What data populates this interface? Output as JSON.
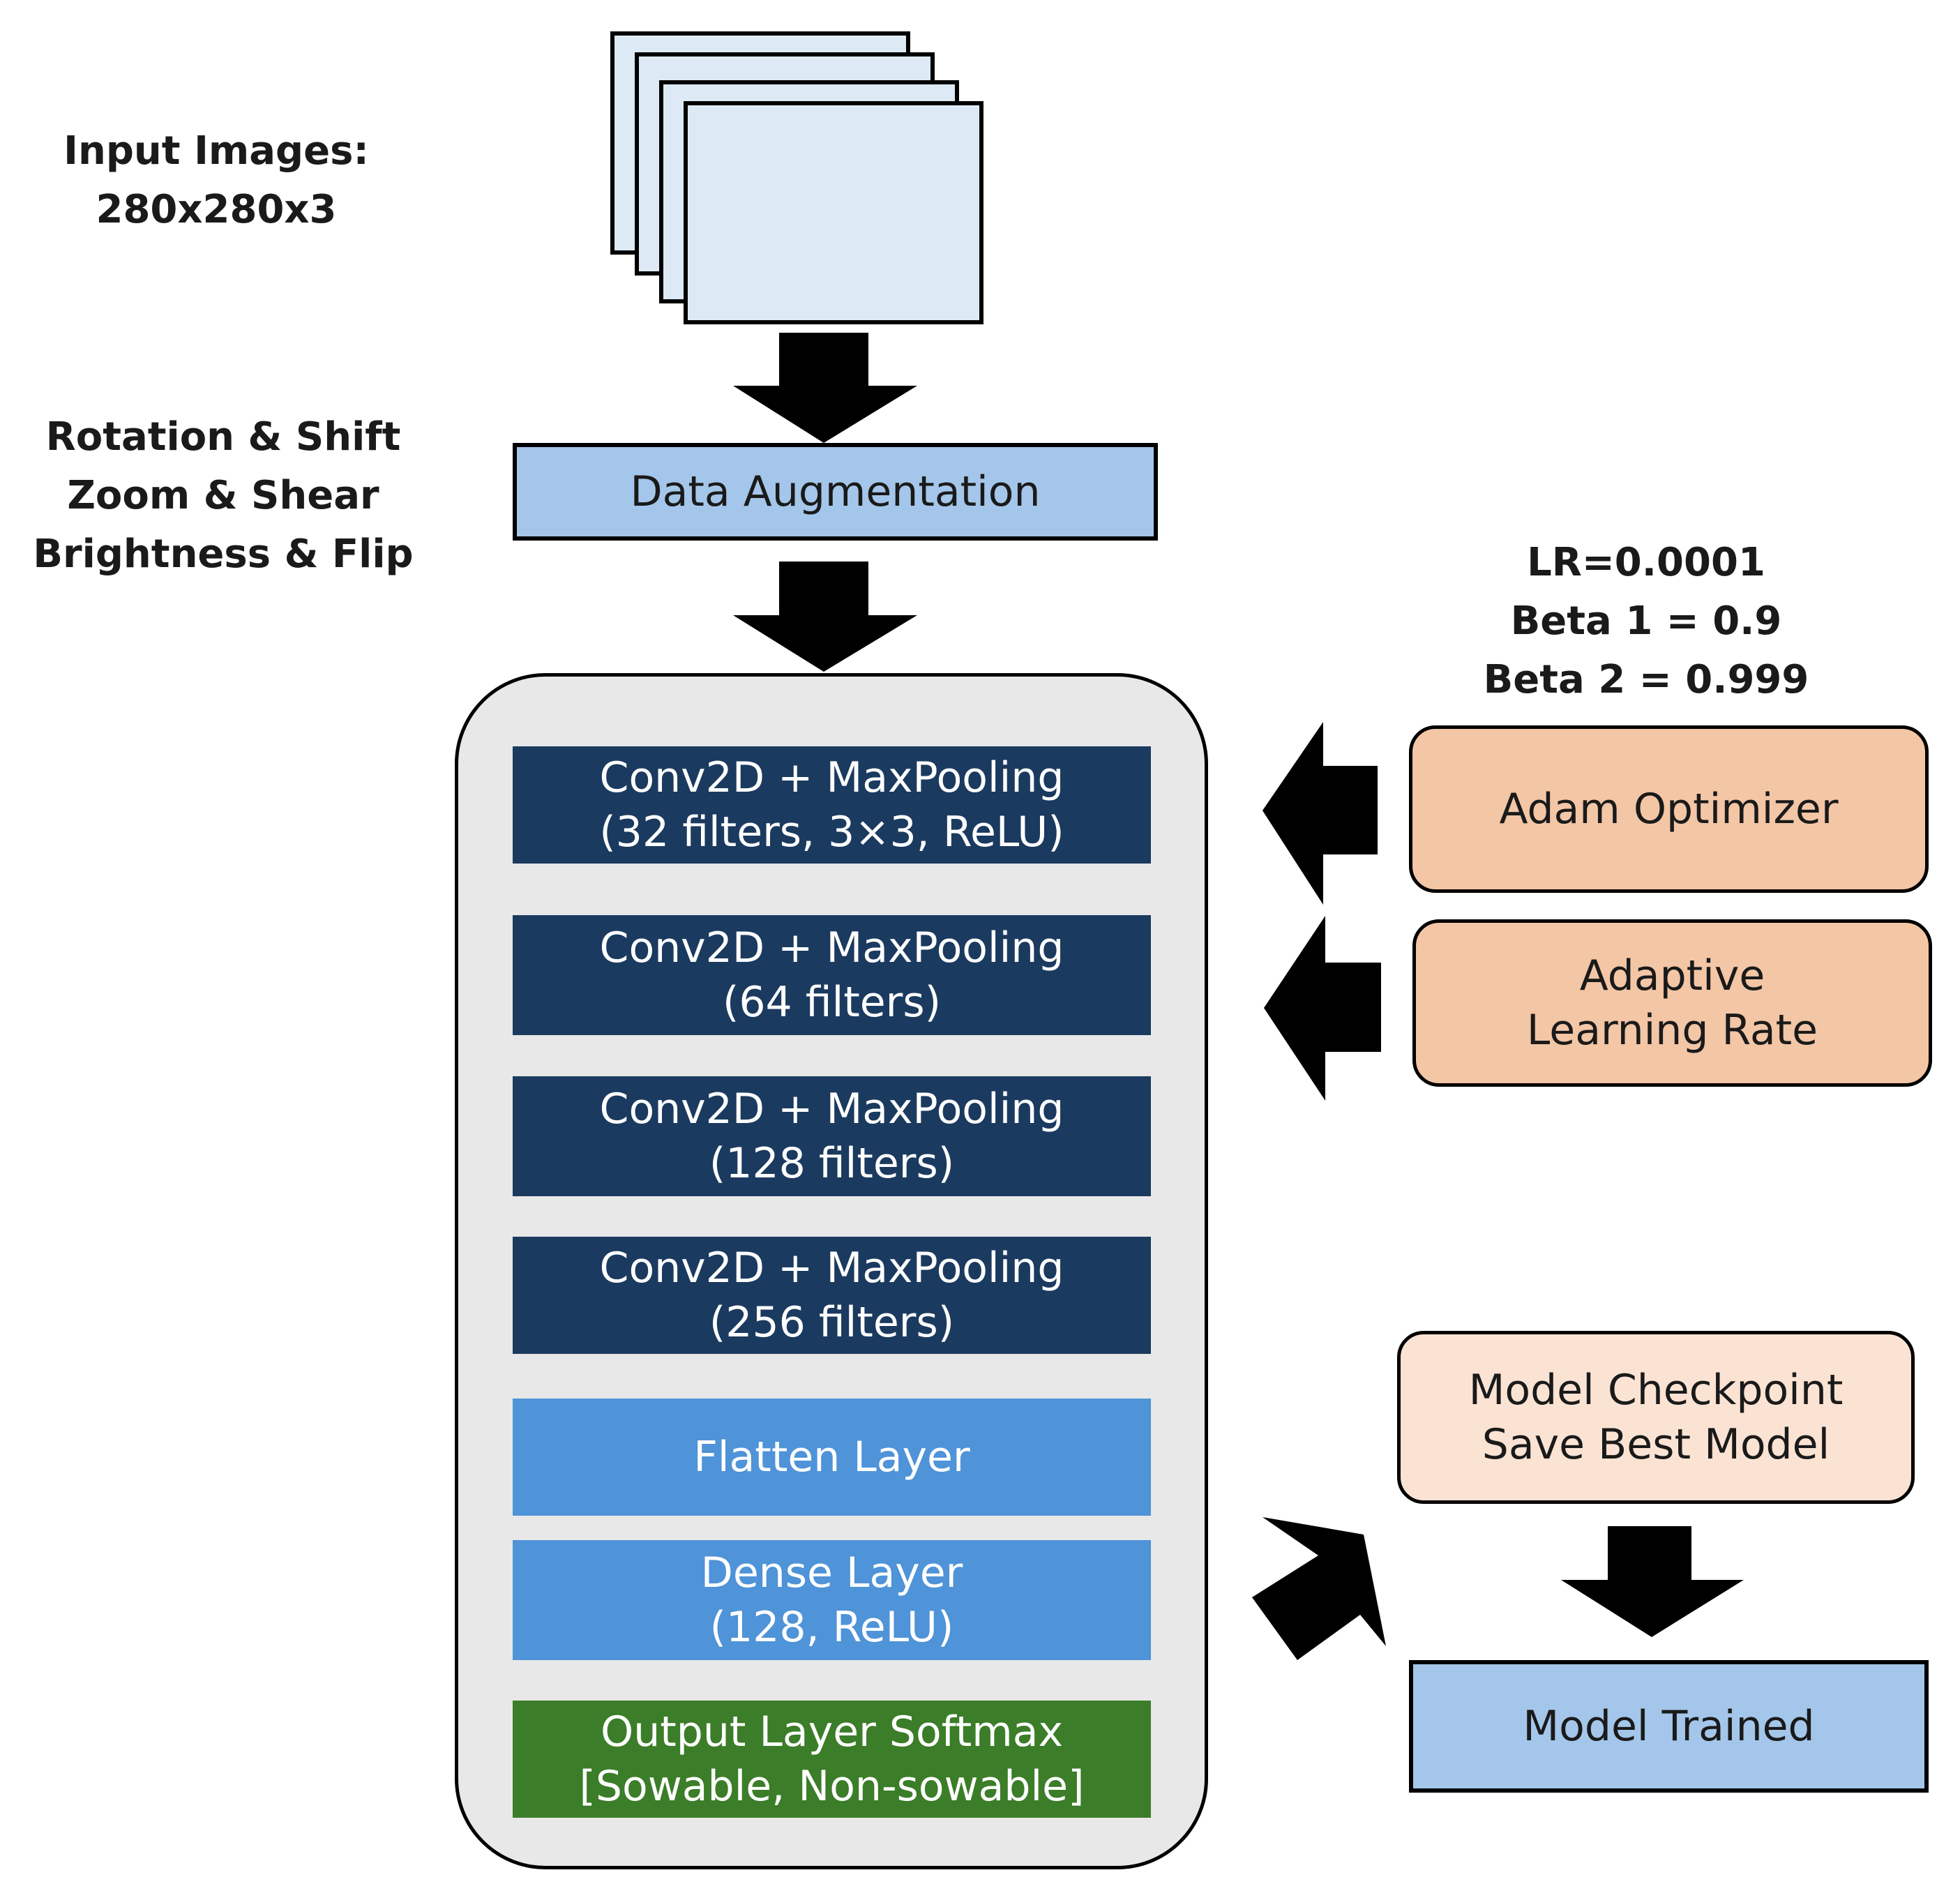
{
  "input_label": [
    "Input Images:",
    "280x280x3"
  ],
  "augmentation_options": [
    "Rotation & Shift",
    "Zoom & Shear",
    "Brightness & Flip"
  ],
  "data_augmentation": "Data Augmentation",
  "optimizer_params": [
    "LR=0.0001",
    "Beta 1 = 0.9",
    "Beta 2 = 0.999"
  ],
  "model_layers": [
    [
      "Conv2D + MaxPooling",
      "(32 filters, 3×3, ReLU)"
    ],
    [
      "Conv2D + MaxPooling",
      "(64 filters)"
    ],
    [
      "Conv2D + MaxPooling",
      "(128 filters)"
    ],
    [
      "Conv2D + MaxPooling",
      "(256 filters)"
    ],
    [
      "Flatten Layer"
    ],
    [
      "Dense Layer",
      "(128, ReLU)"
    ],
    [
      "Output Layer Softmax",
      "[Sowable, Non-sowable]"
    ]
  ],
  "adam_optimizer": "Adam Optimizer",
  "adaptive_lr": [
    "Adaptive",
    "Learning Rate"
  ],
  "checkpoint": [
    "Model Checkpoint",
    "Save Best Model"
  ],
  "model_trained": "Model Trained",
  "colors": {
    "conv": "#1b3a5f",
    "dense": "#4f93d8",
    "output": "#3b7d28",
    "augmentation_box": "#a4c6ea",
    "optimizer_box": "#f3c6a6",
    "checkpoint_box": "#fbe3d4",
    "model_container": "#e8e8e8",
    "input_images": "#ddeaf6"
  }
}
